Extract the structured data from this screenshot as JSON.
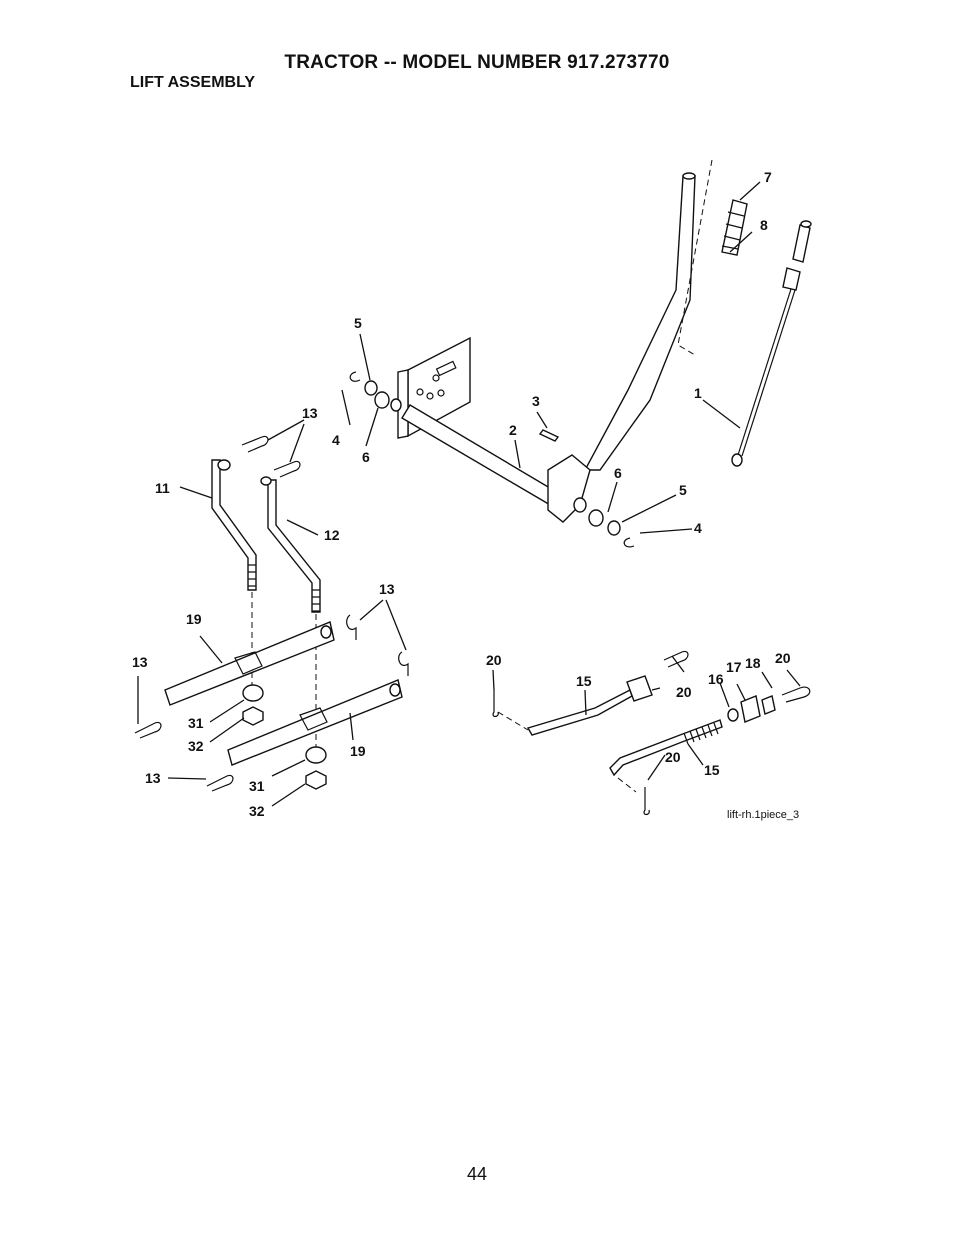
{
  "header": {
    "title": "TRACTOR -- MODEL NUMBER 917.273770",
    "section": "LIFT ASSEMBLY"
  },
  "diagram": {
    "callouts": [
      "7",
      "8",
      "5",
      "1",
      "3",
      "13",
      "2",
      "4",
      "6",
      "11",
      "6",
      "5",
      "12",
      "4",
      "13",
      "19",
      "13",
      "20",
      "15",
      "17",
      "18",
      "20",
      "16",
      "20",
      "31",
      "32",
      "19",
      "20",
      "15",
      "13",
      "31",
      "32"
    ],
    "figure_code": "lift-rh.1piece_3"
  },
  "footer": {
    "page_number": "44"
  }
}
